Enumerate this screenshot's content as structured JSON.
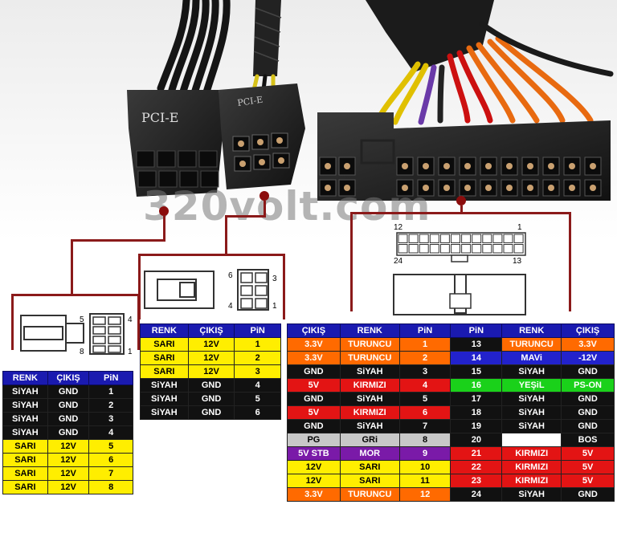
{
  "connector_labels": {
    "left": "PCI-E",
    "right": "PCI-E"
  },
  "watermark": "320volt.com",
  "atx24": {
    "pin_first": "12",
    "pin_last_top": "1",
    "pin_bottom_left": "24",
    "pin_bottom_right": "13"
  },
  "pin8_numbers": {
    "a": "5",
    "b": "4",
    "c": "8",
    "d": "1"
  },
  "pin6_numbers": {
    "a": "6",
    "b": "3",
    "c": "4",
    "d": "1"
  },
  "table8": {
    "headers": [
      "RENK",
      "ÇIKIŞ",
      "PiN"
    ],
    "rows": [
      {
        "renk": "SiYAH",
        "cikis": "GND",
        "pin": "1",
        "color": "black"
      },
      {
        "renk": "SiYAH",
        "cikis": "GND",
        "pin": "2",
        "color": "black"
      },
      {
        "renk": "SiYAH",
        "cikis": "GND",
        "pin": "3",
        "color": "black"
      },
      {
        "renk": "SiYAH",
        "cikis": "GND",
        "pin": "4",
        "color": "black"
      },
      {
        "renk": "SARI",
        "cikis": "12V",
        "pin": "5",
        "color": "yellow"
      },
      {
        "renk": "SARI",
        "cikis": "12V",
        "pin": "6",
        "color": "yellow"
      },
      {
        "renk": "SARI",
        "cikis": "12V",
        "pin": "7",
        "color": "yellow"
      },
      {
        "renk": "SARI",
        "cikis": "12V",
        "pin": "8",
        "color": "yellow"
      }
    ]
  },
  "table6": {
    "headers": [
      "RENK",
      "ÇIKIŞ",
      "PiN"
    ],
    "rows": [
      {
        "renk": "SARI",
        "cikis": "12V",
        "pin": "1",
        "color": "yellow"
      },
      {
        "renk": "SARI",
        "cikis": "12V",
        "pin": "2",
        "color": "yellow"
      },
      {
        "renk": "SARI",
        "cikis": "12V",
        "pin": "3",
        "color": "yellow"
      },
      {
        "renk": "SiYAH",
        "cikis": "GND",
        "pin": "4",
        "color": "black"
      },
      {
        "renk": "SiYAH",
        "cikis": "GND",
        "pin": "5",
        "color": "black"
      },
      {
        "renk": "SiYAH",
        "cikis": "GND",
        "pin": "6",
        "color": "black"
      }
    ]
  },
  "table24": {
    "headers": [
      "ÇIKIŞ",
      "RENK",
      "PiN",
      "PiN",
      "RENK",
      "ÇIKIŞ"
    ],
    "rows": [
      [
        [
          "3.3V",
          "or"
        ],
        [
          "TURUNCU",
          "or"
        ],
        [
          "1",
          "or"
        ],
        [
          "13",
          "bk"
        ],
        [
          "TURUNCU",
          "or"
        ],
        [
          "3.3V",
          "or"
        ]
      ],
      [
        [
          "3.3V",
          "or"
        ],
        [
          "TURUNCU",
          "or"
        ],
        [
          "2",
          "or"
        ],
        [
          "14",
          "bl"
        ],
        [
          "MAVi",
          "bl"
        ],
        [
          "-12V",
          "bl"
        ]
      ],
      [
        [
          "GND",
          "bk"
        ],
        [
          "SiYAH",
          "bk"
        ],
        [
          "3",
          "bk"
        ],
        [
          "15",
          "bk"
        ],
        [
          "SiYAH",
          "bk"
        ],
        [
          "GND",
          "bk"
        ]
      ],
      [
        [
          "5V",
          "rd"
        ],
        [
          "KIRMIZI",
          "rd"
        ],
        [
          "4",
          "rd"
        ],
        [
          "16",
          "gr"
        ],
        [
          "YEŞiL",
          "gr"
        ],
        [
          "PS-ON",
          "gr"
        ]
      ],
      [
        [
          "GND",
          "bk"
        ],
        [
          "SiYAH",
          "bk"
        ],
        [
          "5",
          "bk"
        ],
        [
          "17",
          "bk"
        ],
        [
          "SiYAH",
          "bk"
        ],
        [
          "GND",
          "bk"
        ]
      ],
      [
        [
          "5V",
          "rd"
        ],
        [
          "KIRMIZI",
          "rd"
        ],
        [
          "6",
          "rd"
        ],
        [
          "18",
          "bk"
        ],
        [
          "SiYAH",
          "bk"
        ],
        [
          "GND",
          "bk"
        ]
      ],
      [
        [
          "GND",
          "bk"
        ],
        [
          "SiYAH",
          "bk"
        ],
        [
          "7",
          "bk"
        ],
        [
          "19",
          "bk"
        ],
        [
          "SiYAH",
          "bk"
        ],
        [
          "GND",
          "bk"
        ]
      ],
      [
        [
          "PG",
          "gy"
        ],
        [
          "GRi",
          "gy"
        ],
        [
          "8",
          "gy"
        ],
        [
          "20",
          "bk"
        ],
        [
          "",
          "wh"
        ],
        [
          "BOS",
          "bk"
        ]
      ],
      [
        [
          "5V STB",
          "pu"
        ],
        [
          "MOR",
          "pu"
        ],
        [
          "9",
          "pu"
        ],
        [
          "21",
          "rd"
        ],
        [
          "KIRMIZI",
          "rd"
        ],
        [
          "5V",
          "rd"
        ]
      ],
      [
        [
          "12V",
          "ye"
        ],
        [
          "SARI",
          "ye"
        ],
        [
          "10",
          "ye"
        ],
        [
          "22",
          "rd"
        ],
        [
          "KIRMIZI",
          "rd"
        ],
        [
          "5V",
          "rd"
        ]
      ],
      [
        [
          "12V",
          "ye"
        ],
        [
          "SARI",
          "ye"
        ],
        [
          "11",
          "ye"
        ],
        [
          "23",
          "rd"
        ],
        [
          "KIRMIZI",
          "rd"
        ],
        [
          "5V",
          "rd"
        ]
      ],
      [
        [
          "3.3V",
          "or"
        ],
        [
          "TURUNCU",
          "or"
        ],
        [
          "12",
          "or"
        ],
        [
          "24",
          "bk"
        ],
        [
          "SiYAH",
          "bk"
        ],
        [
          "GND",
          "bk"
        ]
      ]
    ]
  },
  "colors": {
    "header": "#1a1ab0",
    "wire": "#8b1a1a",
    "orange": "#ff6a00",
    "red": "#e31414",
    "yellow": "#ffee00",
    "green": "#1ad11a",
    "blue": "#2222cc",
    "purple": "#7a1aa8",
    "grey": "#c8c8c8"
  }
}
